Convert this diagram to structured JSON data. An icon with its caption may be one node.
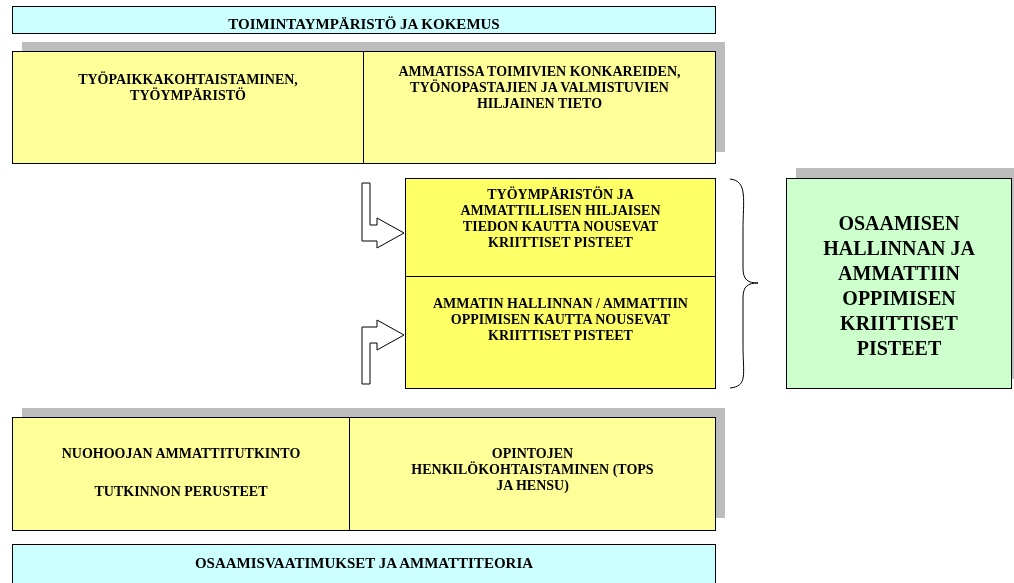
{
  "diagram": {
    "nodes": [
      {
        "text": [
          "TOIMINTAYMPÄRISTÖ JA KOKEMUS"
        ]
      },
      {
        "text": [
          "TYÖPAIKKAKOHTAISTAMINEN, TYÖYMPÄRISTÖ"
        ]
      },
      {
        "text": [
          "AMMATISSA TOIMIVIEN KONKAREIDEN, TYÖNOPASTAJIEN JA VALMISTUVIEN HILJAINEN TIETO"
        ]
      },
      {
        "text": [
          "TYÖYMPÄRISTÖN JA AMMATTILLISEN HILJAISEN TIEDON KAUTTA NOUSEVAT KRIITTISET PISTEET"
        ]
      },
      {
        "text": [
          "AMMATIN HALLINNAN / AMMATTIIN OPPIMISEN KAUTTA NOUSEVAT KRIITTISET PISTEET"
        ]
      },
      {
        "text": [
          "OSAAMISEN HALLINNAN JA AMMATTIIN OPPIMISEN KRIITTISET PISTEET"
        ]
      },
      {
        "text": [
          "NUOHOOJAN AMMATTITUTKINTO",
          "TUTKINNON PERUSTEET"
        ]
      },
      {
        "text": [
          "OPINTOJEN HENKILÖKOHTAISTAMINEN (TOPS JA HENSU)"
        ]
      },
      {
        "text": [
          "OSAAMISVAATIMUKSET JA AMMATTITEORIA"
        ]
      }
    ],
    "edges": [
      {
        "from": null,
        "to": 3,
        "arrow": "to"
      },
      {
        "from": null,
        "to": 4,
        "arrow": "to"
      }
    ]
  }
}
